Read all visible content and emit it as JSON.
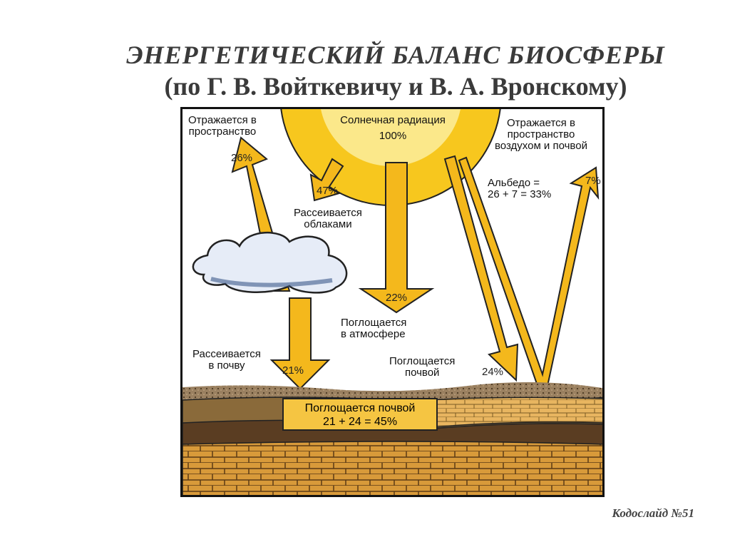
{
  "title": {
    "line1": "ЭНЕРГЕТИЧЕСКИЙ БАЛАНС БИОСФЕРЫ",
    "line2": "(по Г. В. Войткевичу и В. А. Вронскому)"
  },
  "sun": {
    "label": "Солнечная радиация",
    "value": "100%"
  },
  "labels": {
    "reflected_left": "Отражается в\nпространство",
    "reflected_left_pct": "26%",
    "clouds": "Рассеивается\nоблаками",
    "clouds_pct": "47%",
    "reflected_right": "Отражается в\nпространство\nвоздухом и почвой",
    "albedo": "Альбедо =\n26 + 7 = 33%",
    "reflected_right_pct": "7%",
    "atmosphere": "Поглощается\nв атмосфере",
    "atmosphere_pct": "22%",
    "scatter_soil": "Рассеивается\nв почву",
    "scatter_soil_pct": "21%",
    "absorbed_soil": "Поглощается\nпочвой",
    "absorbed_soil_pct": "24%",
    "soil_box_line1": "Поглощается почвой",
    "soil_box_line2": "21 + 24 = 45%"
  },
  "footer": "Кодослайд №51",
  "colors": {
    "arrow": "#f4b81c",
    "sun": "#f7c71e",
    "soil_top": "#8a6a3a",
    "soil_mid": "#5a3d22",
    "brick": "#d89a3a"
  }
}
